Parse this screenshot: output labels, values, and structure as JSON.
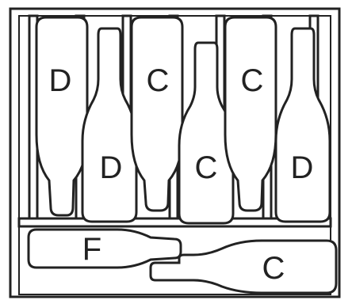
{
  "diagram": {
    "bottles": [
      {
        "id": "b1",
        "label": "D"
      },
      {
        "id": "b2",
        "label": "D"
      },
      {
        "id": "b3",
        "label": "C"
      },
      {
        "id": "b4",
        "label": "C"
      },
      {
        "id": "b5",
        "label": "C"
      },
      {
        "id": "b6",
        "label": "D"
      },
      {
        "id": "b7",
        "label": "F"
      },
      {
        "id": "b8",
        "label": "C"
      }
    ]
  }
}
